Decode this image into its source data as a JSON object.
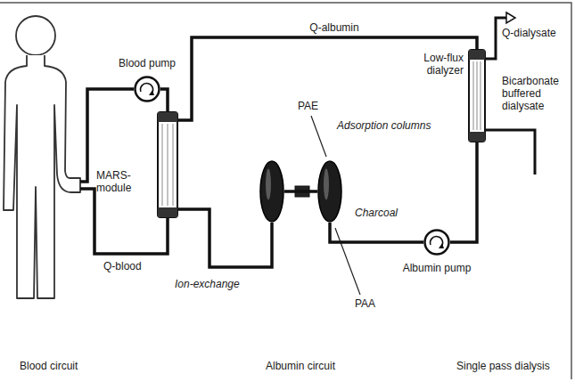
{
  "diagram": {
    "nodes": [
      {
        "text": [
          "Blood pump"
        ]
      },
      {
        "text": [
          "MARS- module"
        ]
      },
      {
        "text": [
          "Ion-exchange"
        ]
      },
      {
        "text": [
          "Charcoal"
        ]
      },
      {
        "text": [
          "Low-flux dialyzer"
        ]
      },
      {
        "text": [
          "Albumin pump"
        ]
      }
    ],
    "edges": [
      {
        "from": 0,
        "to": 1,
        "arrow": "none"
      },
      {
        "from": 1,
        "to": 2,
        "arrow": "none"
      },
      {
        "from": 2,
        "to": 3,
        "arrow": "none"
      },
      {
        "from": 3,
        "to": 5,
        "arrow": "none"
      },
      {
        "from": 5,
        "to": 4,
        "arrow": "none"
      },
      {
        "from": 4,
        "to": 1,
        "label": "Q-albumin",
        "arrow": "none"
      }
    ],
    "labels": [
      "Q-blood",
      "PAE",
      "Adsorption columns",
      "PAA",
      "Q-dialysate",
      "Bicarbonate buffered dialysate",
      "Blood circuit",
      "Albumin circuit",
      "Single pass dialysis"
    ]
  }
}
